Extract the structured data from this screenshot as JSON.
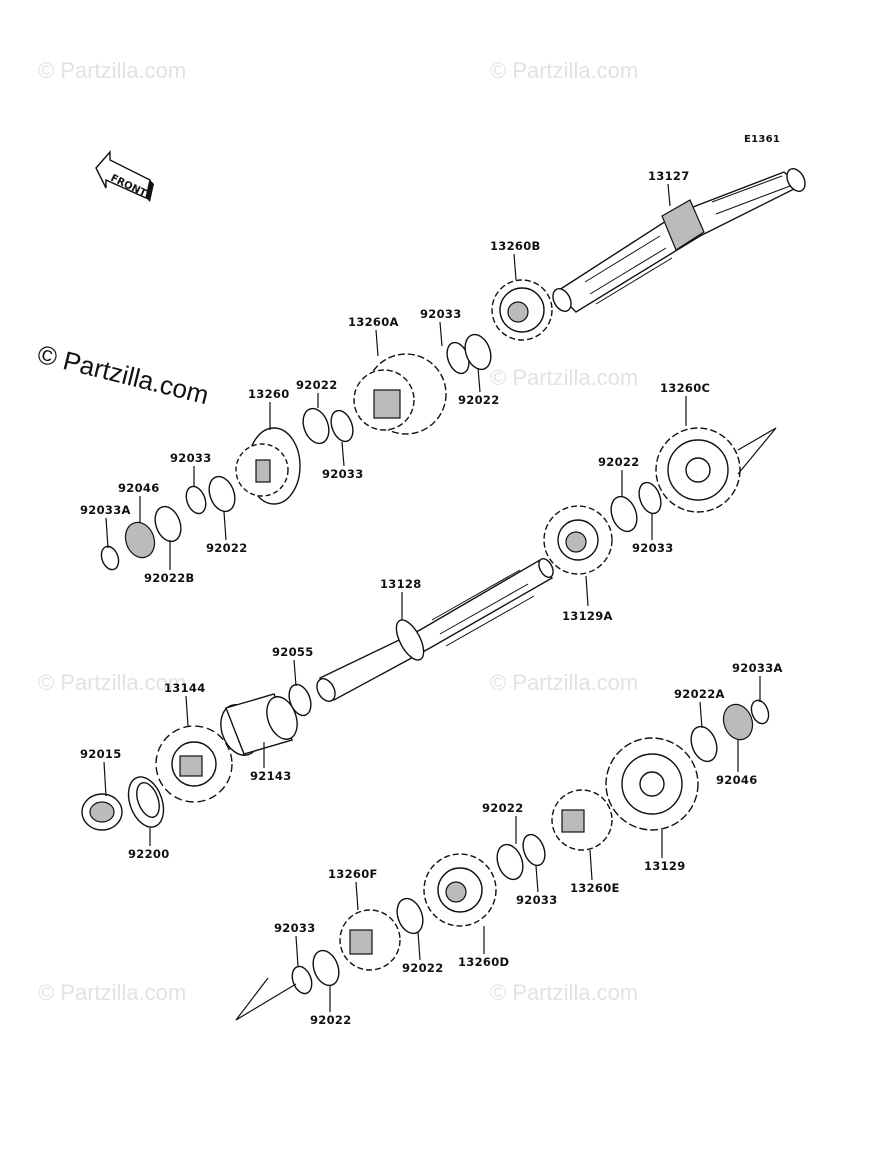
{
  "diagram_code": "E1361",
  "front_arrow_label": "FRONT",
  "watermark_text": "© Partzilla.com",
  "labels": {
    "l13127": "13127",
    "l13260B": "13260B",
    "l92033_a": "92033",
    "l13260A": "13260A",
    "l92022_a": "92022",
    "l13260": "13260",
    "l92022_b": "92022",
    "l92033_b": "92033",
    "l92033_c": "92033",
    "l92046_a": "92046",
    "l92033A_a": "92033A",
    "l92022B": "92022B",
    "l92022_c": "92022",
    "l13260C": "13260C",
    "l92022_d": "92022",
    "l92033_d": "92033",
    "l13129A": "13129A",
    "l13128": "13128",
    "l92055": "92055",
    "l13144": "13144",
    "l92143": "92143",
    "l92015": "92015",
    "l92200": "92200",
    "l92033A_b": "92033A",
    "l92022A": "92022A",
    "l92046_b": "92046",
    "l92022_e": "92022",
    "l13260E": "13260E",
    "l92033_e": "92033",
    "l13129": "13129",
    "l13260F": "13260F",
    "l92022_f": "92022",
    "l13260D": "13260D",
    "l92033_f": "92033",
    "l92022_g": "92022"
  }
}
